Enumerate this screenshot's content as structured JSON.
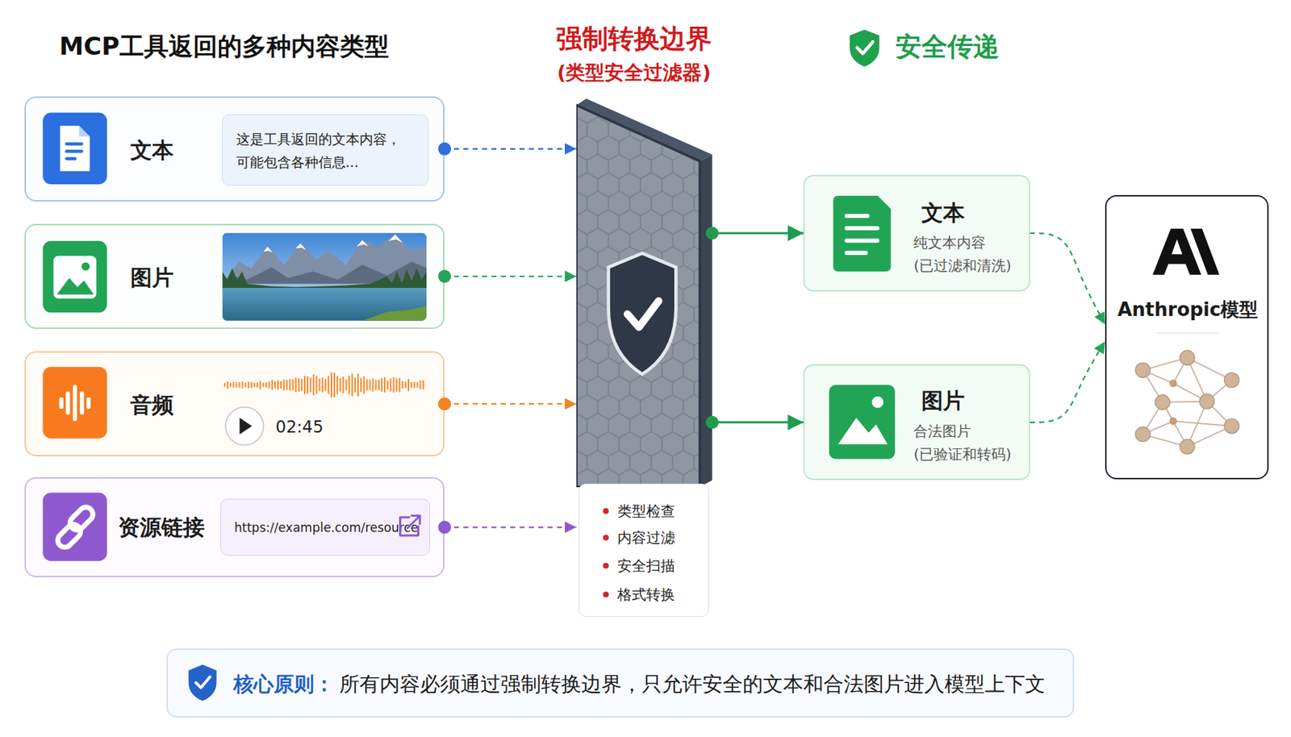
{
  "diagram": {
    "title": "MCP工具返回的多种内容类型",
    "nodes": [
      {
        "text": [
          "文本"
        ]
      },
      {
        "text": [
          "这是工具返回的文本内容， 可能包含各种信息..."
        ],
        "in": 0
      },
      {
        "text": [
          "图片"
        ]
      },
      {
        "text": [
          "音频",
          "02:45"
        ]
      },
      {
        "text": [
          "资源链接"
        ]
      },
      {
        "text": [
          "https://example.com/resource"
        ],
        "in": 4
      },
      {
        "text": [
          "强制转换边界",
          "(类型安全过滤器)"
        ]
      },
      {
        "text": [
          "类型检查",
          "内容过滤",
          "安全扫描",
          "格式转换"
        ]
      },
      {
        "text": [
          "文本",
          "纯文本内容 (已过滤和清洗)"
        ]
      },
      {
        "text": [
          "图片",
          "合法图片 (已验证和转码)"
        ]
      },
      {
        "text": [
          "Anthropic模型"
        ]
      },
      {
        "text": [
          "核心原则：",
          "所有内容必须通过强制转换边界，只允许安全的文本和合法图片进入模型上下文"
        ]
      }
    ],
    "edges": [
      {
        "from": 0,
        "to": 6,
        "arrow": "to"
      },
      {
        "from": 2,
        "to": 6,
        "arrow": "to"
      },
      {
        "from": 3,
        "to": 6,
        "arrow": "to"
      },
      {
        "from": 4,
        "to": 6,
        "arrow": "to"
      },
      {
        "from": 6,
        "to": 8,
        "arrow": "to"
      },
      {
        "from": 6,
        "to": 9,
        "arrow": "to"
      },
      {
        "from": 8,
        "to": 10,
        "arrow": "to"
      },
      {
        "from": 9,
        "to": 10,
        "arrow": "to"
      }
    ],
    "labels": [
      "安全传递"
    ]
  }
}
